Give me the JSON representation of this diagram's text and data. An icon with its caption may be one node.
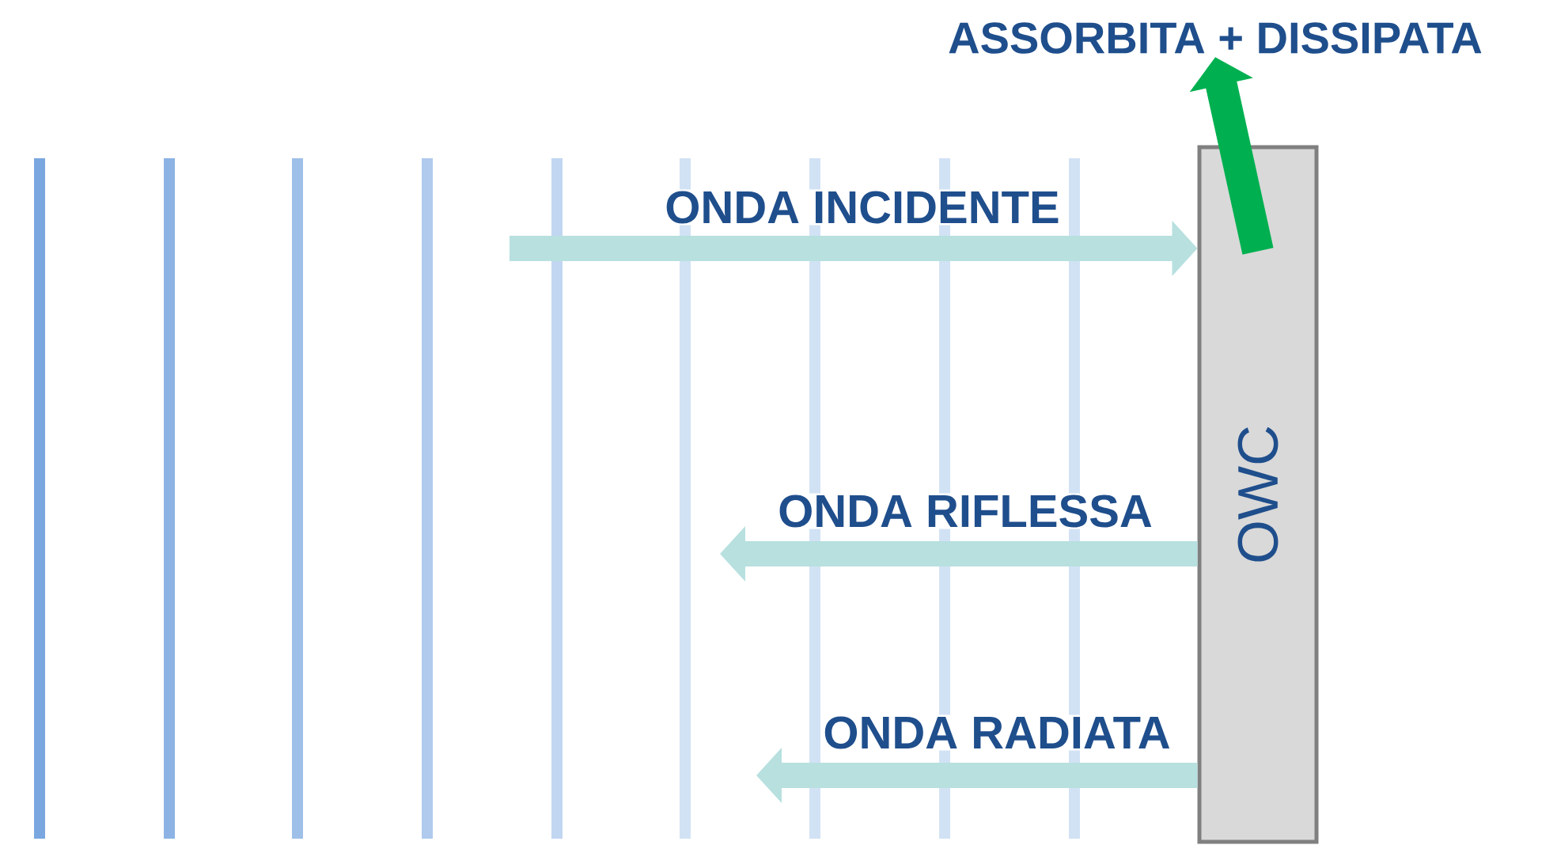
{
  "diagram": {
    "nodes": [
      {
        "text": [
          "OWC"
        ]
      },
      {
        "text": [
          "ASSORBITA + DISSIPATA"
        ]
      }
    ],
    "edges": [
      {
        "from": null,
        "to": 0,
        "arrow": "to",
        "label": "ONDA INCIDENTE"
      },
      {
        "from": 0,
        "to": null,
        "arrow": "to",
        "label": "ONDA RIFLESSA"
      },
      {
        "from": 0,
        "to": null,
        "arrow": "to",
        "label": "ONDA RADIATA"
      },
      {
        "from": 0,
        "to": 1,
        "arrow": "to",
        "color": "#00b050"
      }
    ]
  }
}
